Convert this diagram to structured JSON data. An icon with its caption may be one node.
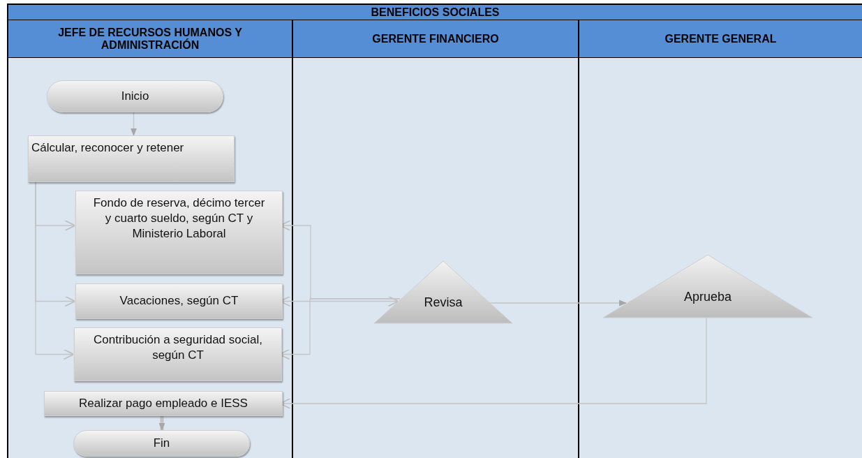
{
  "diagram": {
    "title": "BENEFICIOS SOCIALES",
    "nodes": [
      {
        "text": [
          "JEFE DE RECURSOS HUMANOS Y ADMINISTRACIÓN"
        ]
      },
      {
        "text": [
          "GERENTE FINANCIERO"
        ]
      },
      {
        "text": [
          "GERENTE GENERAL"
        ]
      },
      {
        "text": [
          "Inicio"
        ],
        "in": 0
      },
      {
        "text": [
          "Cálcular, reconocer y retener"
        ],
        "in": 0
      },
      {
        "text": [
          "Fondo de reserva, décimo tercer y cuarto sueldo, según CT y Ministerio Laboral"
        ],
        "in": 0
      },
      {
        "text": [
          "Vacaciones, según CT"
        ],
        "in": 0
      },
      {
        "text": [
          "Contribución a seguridad social, según CT"
        ],
        "in": 0
      },
      {
        "text": [
          "Realizar pago empleado e IESS"
        ],
        "in": 0
      },
      {
        "text": [
          "Fin"
        ],
        "in": 0
      },
      {
        "text": [
          "Revisa"
        ],
        "in": 1
      },
      {
        "text": [
          "Aprueba"
        ],
        "in": 2
      }
    ],
    "edges": [
      {
        "from": 3,
        "to": 4,
        "arrow": "to"
      },
      {
        "from": 4,
        "to": 5,
        "arrow": "to"
      },
      {
        "from": 4,
        "to": 6,
        "arrow": "to"
      },
      {
        "from": 4,
        "to": 7,
        "arrow": "to"
      },
      {
        "from": 6,
        "to": 10,
        "arrow": "both"
      },
      {
        "from": 10,
        "to": 5,
        "arrow": "to"
      },
      {
        "from": 10,
        "to": 7,
        "arrow": "to"
      },
      {
        "from": 10,
        "to": 11,
        "arrow": "to"
      },
      {
        "from": 11,
        "to": 8,
        "arrow": "to"
      },
      {
        "from": 8,
        "to": 9,
        "arrow": "to",
        "style": "thick"
      }
    ]
  }
}
